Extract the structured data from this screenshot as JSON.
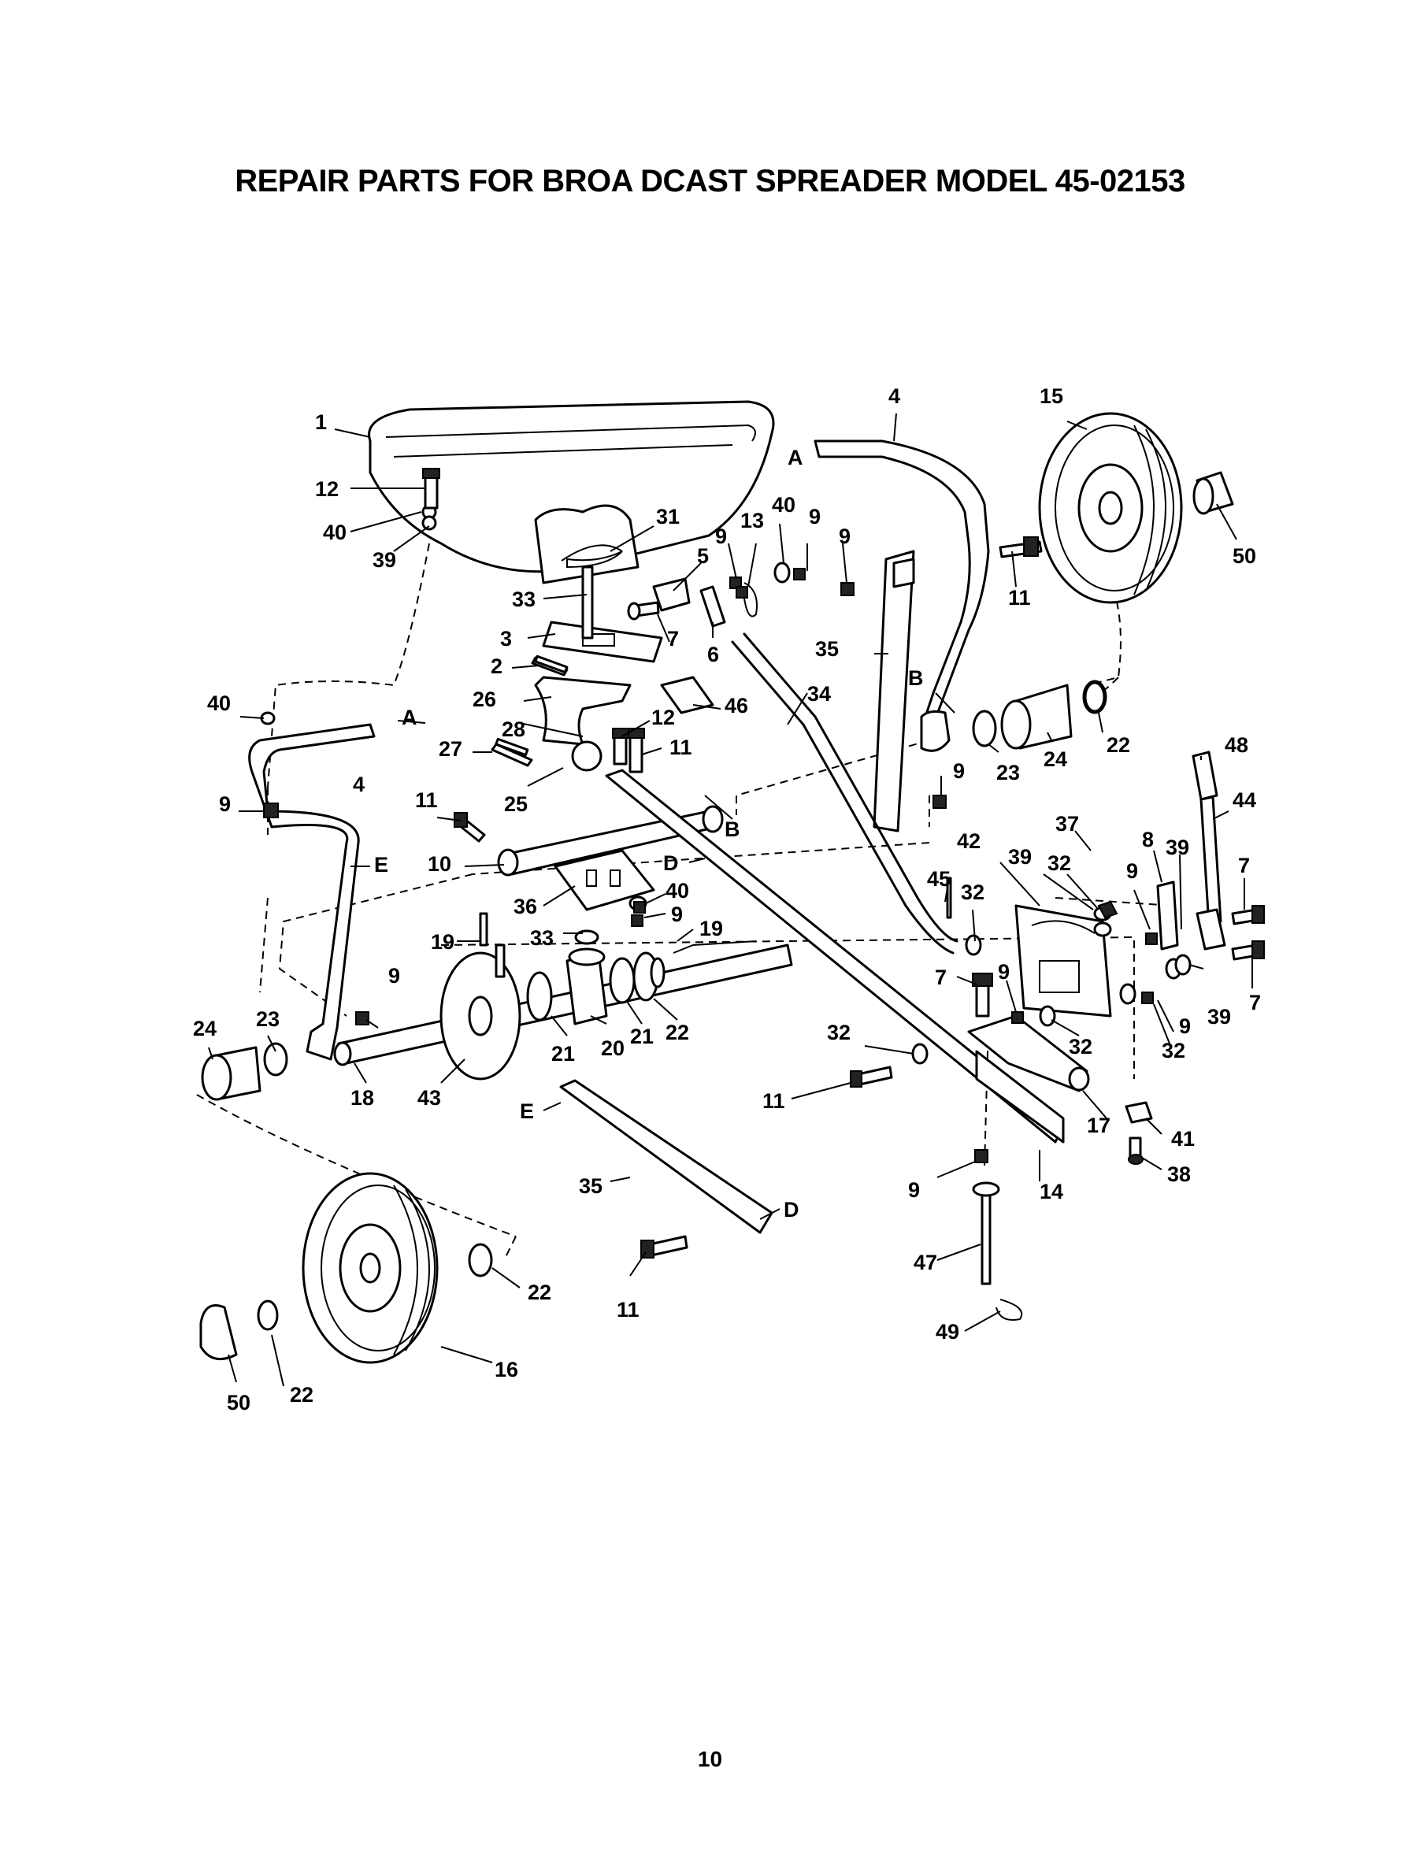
{
  "title": "REPAIR PARTS FOR BROA DCAST SPREADER MODEL 45-02153",
  "page_number": "10",
  "callouts": {
    "c1": "1",
    "c12a": "12",
    "c40a": "40",
    "c39a": "39",
    "c31": "31",
    "c33a": "33",
    "c5": "5",
    "c9a": "9",
    "c13": "13",
    "c40b": "40",
    "c9b": "9",
    "c9c": "9",
    "c7a": "7",
    "c6": "6",
    "c3": "3",
    "c2": "2",
    "c26": "26",
    "c46": "46",
    "c4a": "4",
    "cA1": "A",
    "c15": "15",
    "c11a": "11",
    "c50a": "50",
    "c35a": "35",
    "cB1": "B",
    "c34": "34",
    "c22a": "22",
    "c24a": "24",
    "c23a": "23",
    "c40c": "40",
    "cA2": "A",
    "c28": "28",
    "c12b": "12",
    "c11b": "11",
    "c27": "27",
    "c4b": "4",
    "c9d": "9",
    "c25": "25",
    "c11c": "11",
    "cB2": "B",
    "c9e": "9",
    "c10": "10",
    "cE1": "E",
    "cD1": "D",
    "c40d": "40",
    "c36": "36",
    "c9f": "9",
    "c33b": "33",
    "c19a": "19",
    "c19b": "19",
    "c48": "48",
    "c44": "44",
    "c37": "37",
    "c42": "42",
    "c39b": "39",
    "c32a": "32",
    "c8": "8",
    "c39c": "39",
    "c9g": "9",
    "c7b": "7",
    "c45": "45",
    "c32b": "32",
    "c7c": "7",
    "c9h": "9",
    "c39d": "39",
    "c7d": "7",
    "c32c": "32",
    "c9i": "9",
    "c32d": "32",
    "c9j": "9",
    "c24b": "24",
    "c23b": "23",
    "c21a": "21",
    "c20": "20",
    "c21b": "21",
    "c22b": "22",
    "c18": "18",
    "c43": "43",
    "c32e": "32",
    "c11d": "11",
    "c17": "17",
    "c41": "41",
    "c14": "14",
    "c9k": "9",
    "c38": "38",
    "cE2": "E",
    "c35b": "35",
    "cD2": "D",
    "c11e": "11",
    "c47": "47",
    "c49": "49",
    "c22c": "22",
    "c16": "16",
    "c50b": "50",
    "c22d": "22"
  }
}
